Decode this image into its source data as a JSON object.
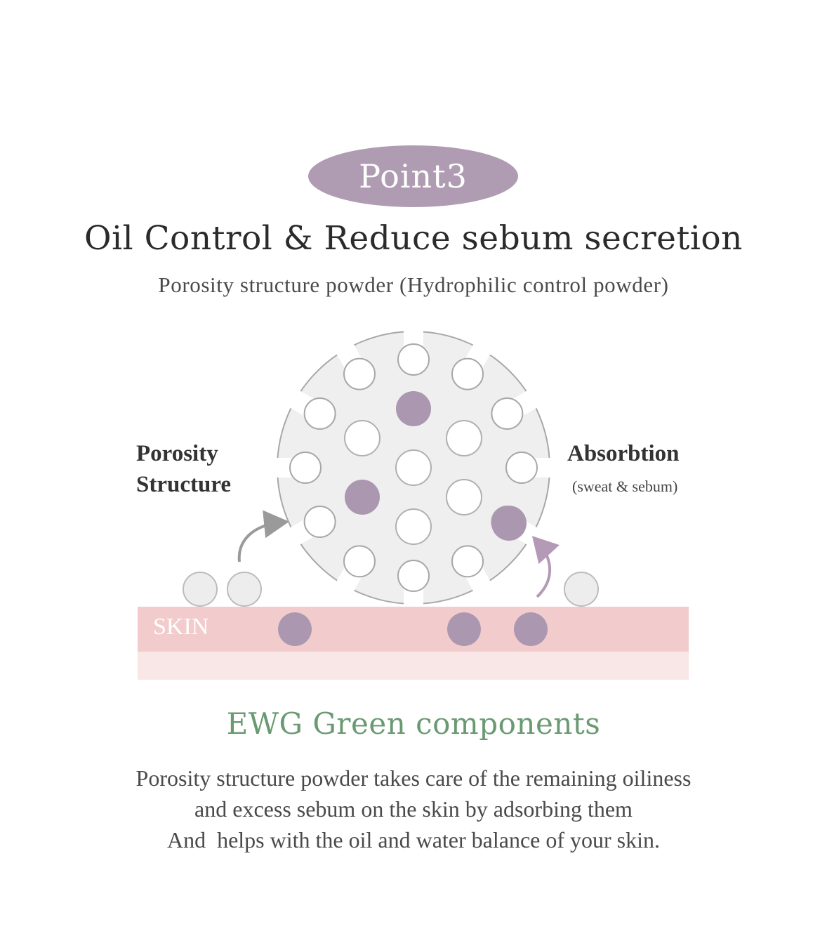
{
  "badge": {
    "label": "Point3"
  },
  "heading": {
    "title": "Oil Control & Reduce sebum secretion",
    "subtitle": "Porosity structure powder (Hydrophilic control powder)"
  },
  "diagram": {
    "label_left_line1": "Porosity",
    "label_left_line2": "Structure",
    "label_right": "Absorbtion",
    "label_right_sub": "(sweat & sebum)",
    "skin_label": "SKIN"
  },
  "colors": {
    "accent_purple": "#b09cb2",
    "skin_pink": "#f2cccc",
    "skin_light": "#f9e6e6",
    "green": "#6a9a72"
  },
  "footer": {
    "green_title": "EWG Green components",
    "lines": [
      "Porosity structure powder takes care of the remaining oiliness",
      "and excess sebum on the skin by adsorbing them",
      "And  helps with the oil and water balance of your skin."
    ]
  }
}
